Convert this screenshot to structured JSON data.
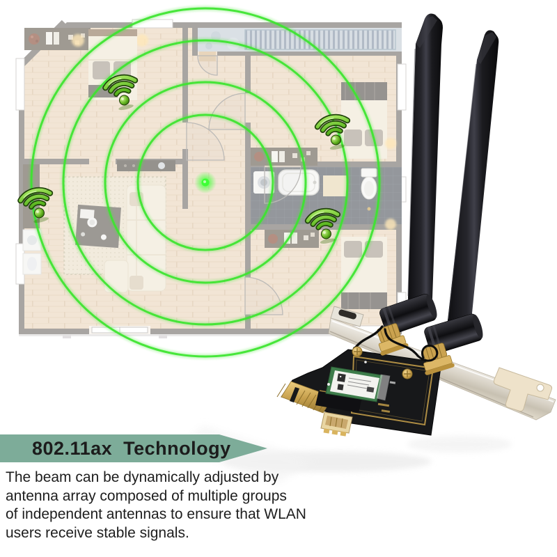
{
  "banner": {
    "label": "802.11ax  Technology",
    "bg_color": "#7dac99",
    "text_color": "#1c1c1c"
  },
  "description": {
    "text": "The beam can be dynamically adjusted by\nantenna array composed of multiple groups\nof independent antennas to ensure that WLAN\nusers receive stable signals."
  },
  "figure": {
    "wifi_marker_count": 4,
    "signal_ring_count": 4,
    "antenna_count": 2,
    "signal_ring_color": "#3ce52f",
    "router_dot_color": "#46ff3c",
    "wifi_icon_color": "#55b51e"
  }
}
